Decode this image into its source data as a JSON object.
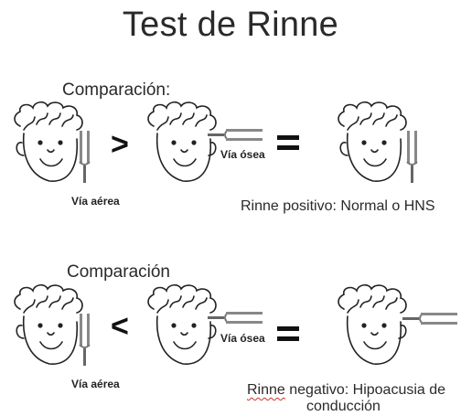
{
  "title": "Test de Rinne",
  "comparisons": [
    {
      "label": "Comparación:",
      "operator": ">",
      "equals": "=",
      "air_label": "Vía aérea",
      "bone_label": "Vía ósea",
      "result": "Rinne positivo: Normal o HNS"
    },
    {
      "label": "Comparación",
      "operator": "<",
      "equals": "=",
      "air_label": "Vía aérea",
      "bone_label": "Vía ósea",
      "result_word": "Rinne",
      "result_rest": " negativo: Hipoacusia de",
      "result_line2": "conducción"
    }
  ],
  "icons": [
    "boy-face-icon",
    "tuning-fork-icon"
  ]
}
